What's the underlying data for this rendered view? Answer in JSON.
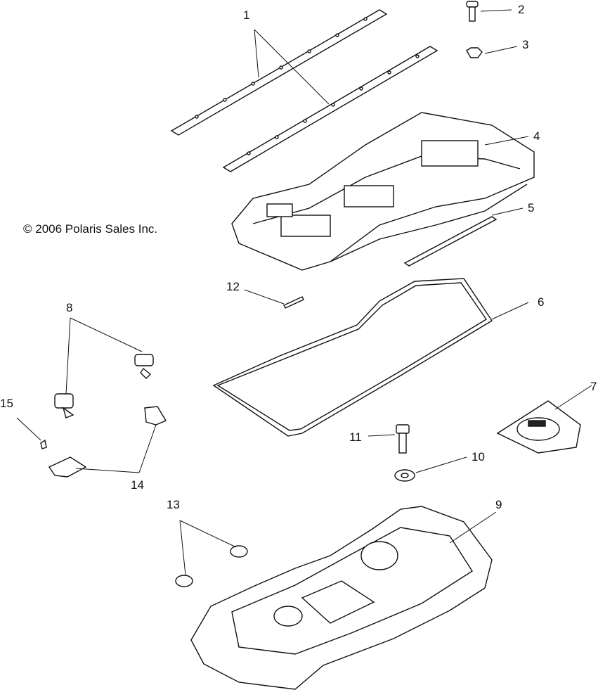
{
  "copyright": "© 2006 Polaris Sales Inc.",
  "callouts": [
    "1",
    "2",
    "3",
    "4",
    "5",
    "6",
    "7",
    "8",
    "9",
    "10",
    "11",
    "12",
    "13",
    "14",
    "15"
  ]
}
